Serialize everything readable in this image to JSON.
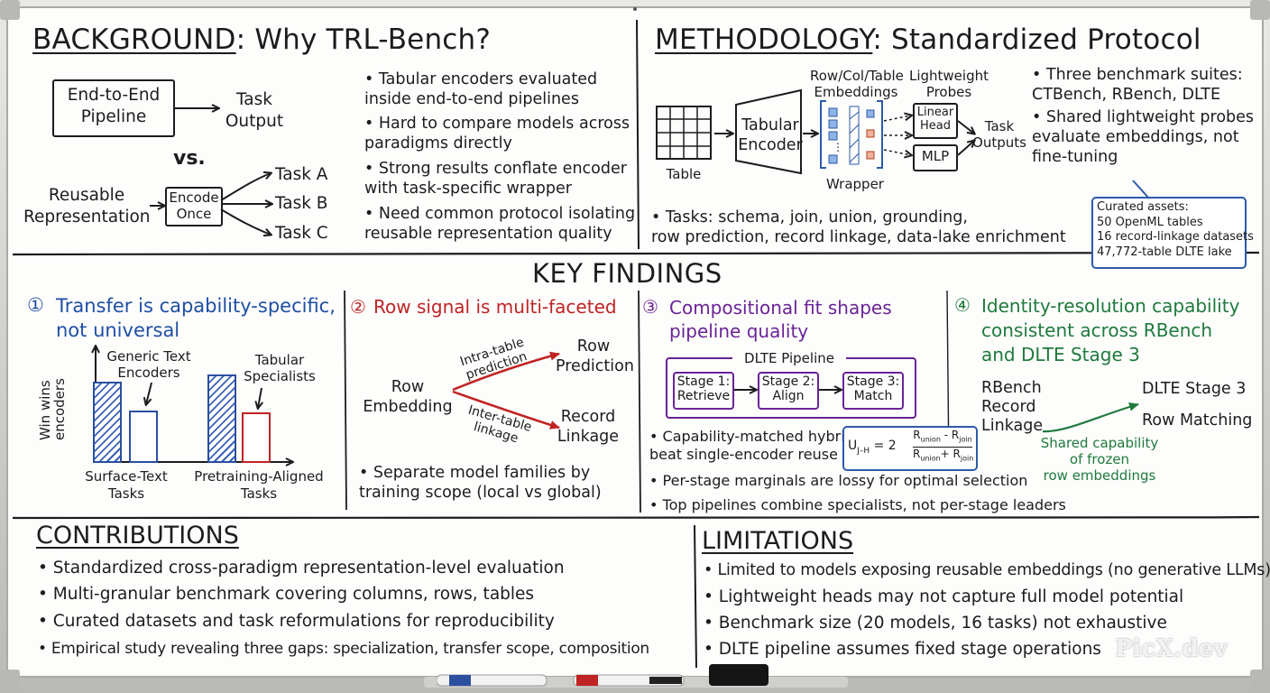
{
  "background": {
    "title_bold": "BACKGROUND",
    "title_rest": ": Why TRL-Bench?",
    "pipeline_box": "End-to-End\nPipeline",
    "task_output": "Task\nOutput",
    "vs": "vs.",
    "reusable": "Reusable\nRepresentation",
    "encode_once": "Encode\nOnce",
    "task_a": "Task A",
    "task_b": "Task B",
    "task_c": "Task C",
    "bullets": [
      "Tabular encoders evaluated\ninside end-to-end pipelines",
      "Hard to compare models across\nparadigms directly",
      "Strong results conflate encoder\nwith task-specific wrapper",
      "Need common protocol isolating\nreusable representation quality"
    ]
  },
  "methodology": {
    "title_bold": "METHODOLOGY",
    "title_rest": ": Standardized Protocol",
    "table_label": "Table",
    "encoder_label": "Tabular\nEncoder",
    "embeddings_label": "Row/Col/Table\nEmbeddings",
    "probes_label": "Lightweight\nProbes",
    "linear_head": "Linear\nHead",
    "mlp": "MLP",
    "task_outputs": "Task\nOutputs",
    "wrapper": "Wrapper",
    "tasks_bullet": "Tasks: schema, join, union, grounding,\nrow prediction, record linkage, data-lake enrichment",
    "bullets": [
      "Three benchmark suites:\nCTBench, RBench, DLTE",
      "Shared lightweight probes\nevaluate embeddings, not\nfine-tuning"
    ],
    "curated_assets": "Curated assets:\n50 OpenML tables\n16 record-linkage datasets\n47,772-table DLTE lake"
  },
  "key_findings": {
    "title": "KEY FINDINGS",
    "f1": {
      "num": "①",
      "title": "Transfer is capability-specific,\nnot universal",
      "y_label": "Win wins\nencoders",
      "generic": "Generic Text\nEncoders",
      "tabular": "Tabular\nSpecialists",
      "x1": "Surface-Text\nTasks",
      "x2": "Pretraining-Aligned\nTasks"
    },
    "f2": {
      "num": "②",
      "title": "Row signal is multi-faceted",
      "row_embedding": "Row\nEmbedding",
      "intra": "Intra-table\nprediction",
      "inter": "Inter-table\nlinkage",
      "row_prediction": "Row\nPrediction",
      "record_linkage": "Record\nLinkage",
      "bullet": "Separate model families by\ntraining scope (local vs global)"
    },
    "f3": {
      "num": "③",
      "title": "Compositional fit shapes\npipeline quality",
      "pipeline_title": "DLTE Pipeline",
      "stage1": "Stage 1:\nRetrieve",
      "stage2": "Stage 2:\nAlign",
      "stage3": "Stage 3:\nMatch",
      "formula_lhs": "U",
      "formula_sub": "J–H",
      "formula_eq": " = 2",
      "formula_num": "R",
      "formula_num_s1": "union",
      "formula_minus": " - R",
      "formula_num_s2": "join",
      "formula_den": "R",
      "formula_den_s1": "union",
      "formula_plus": "+ R",
      "formula_den_s2": "join",
      "bullets": [
        "Capability-matched hybrids\nbeat single-encoder reuse",
        "Per-stage marginals are lossy for optimal selection",
        "Top pipelines combine specialists, not per-stage leaders"
      ]
    },
    "f4": {
      "num": "④",
      "title": "Identity-resolution capability\nconsistent across RBench\nand DLTE Stage 3",
      "rbench": "RBench\nRecord\nLinkage",
      "dlte": "DLTE Stage 3",
      "row_matching": "Row Matching",
      "shared": "Shared capability\nof frozen\nrow embeddings"
    }
  },
  "contributions": {
    "title": "CONTRIBUTIONS",
    "bullets": [
      "Standardized cross-paradigm representation-level evaluation",
      "Multi-granular benchmark covering columns, rows, tables",
      "Curated datasets and task reformulations for reproducibility",
      "Empirical study revealing three gaps: specialization, transfer scope, composition"
    ]
  },
  "limitations": {
    "title": "LIMITATIONS",
    "bullets": [
      "Limited to models exposing reusable embeddings (no generative LLMs)",
      "Lightweight heads may not capture full model potential",
      "Benchmark size (20 models, 16 tasks) not exhaustive",
      "DLTE pipeline assumes fixed stage operations"
    ]
  },
  "watermark": "PicX.dev",
  "colors": {
    "ink": "#1c1c1c",
    "blue": "#1f4fa5",
    "red": "#c02323",
    "purple": "#6a2396",
    "green": "#1f7a3d"
  }
}
